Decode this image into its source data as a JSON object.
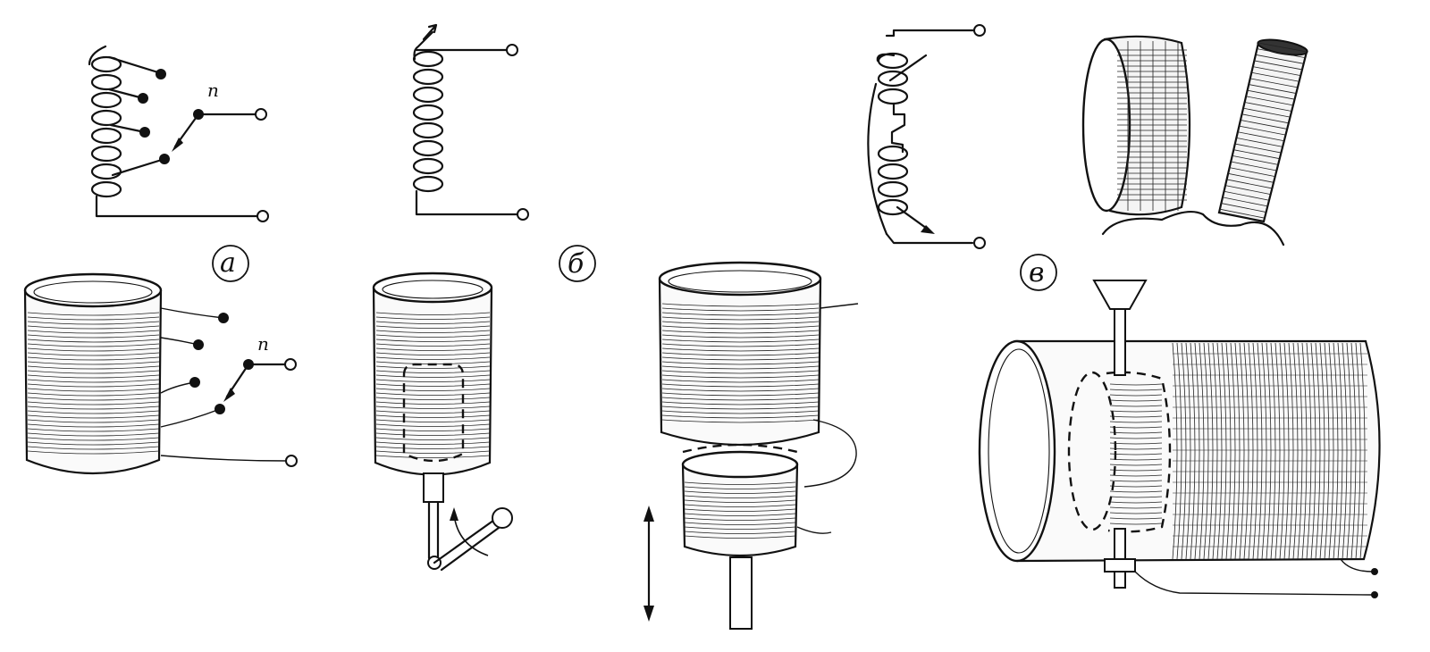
{
  "figure": {
    "panel_labels": {
      "a": "а",
      "b": "б",
      "v": "в"
    },
    "switch_labels": {
      "schematic": "п",
      "pictorial": "п"
    }
  }
}
